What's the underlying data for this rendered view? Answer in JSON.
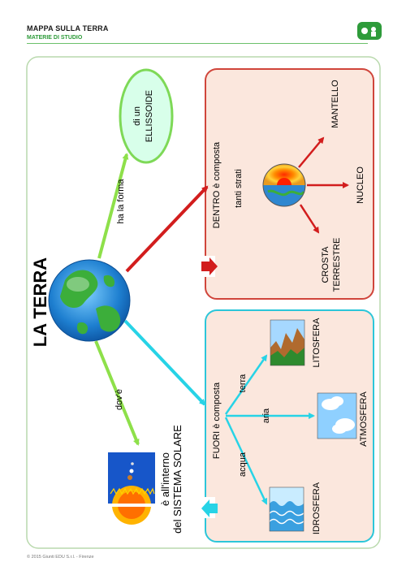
{
  "header": {
    "title": "MAPPA SULLA TERRA",
    "subtitle": "MATERIE DI STUDIO"
  },
  "footer": {
    "copyright": "© 2015 Giunti EDU S.r.l. - Firenze"
  },
  "diagram": {
    "main_title": "LA TERRA",
    "shape_link": "ha la forma",
    "shape_node_line1": "di un",
    "shape_node_line2": "ELLISSOIDE",
    "inside_label": "DENTRO è composta",
    "inside_sublabel": "tanti strati",
    "layer_mantle": "MANTELLO",
    "layer_core": "NUCLEO",
    "layer_crust_line1": "CROSTA",
    "layer_crust_line2": "TERRESTRE",
    "where_link": "dov'è",
    "where_node_line1": "è all'interno",
    "where_node_line2": "del SISTEMA SOLARE",
    "outside_label": "FUORI è composta",
    "link_earth": "terra",
    "link_air": "aria",
    "link_water": "acqua",
    "sphere_litho": "LITOSFERA",
    "sphere_atmo": "ATMOSFERA",
    "sphere_hydro": "IDROSFERA"
  },
  "colors": {
    "accent_green": "#2e9b3a",
    "box_fill": "#fbe7dd",
    "inner_border": "#d0453b",
    "outer_border": "#2cc6d9",
    "ellipse_fill": "#d8ffea",
    "ellipse_border": "#7ed957",
    "arrow_red": "#d21d1d",
    "arrow_cyan": "#27d3e6",
    "arrow_green": "#8ee04a",
    "frame": "#b9d9ad"
  }
}
